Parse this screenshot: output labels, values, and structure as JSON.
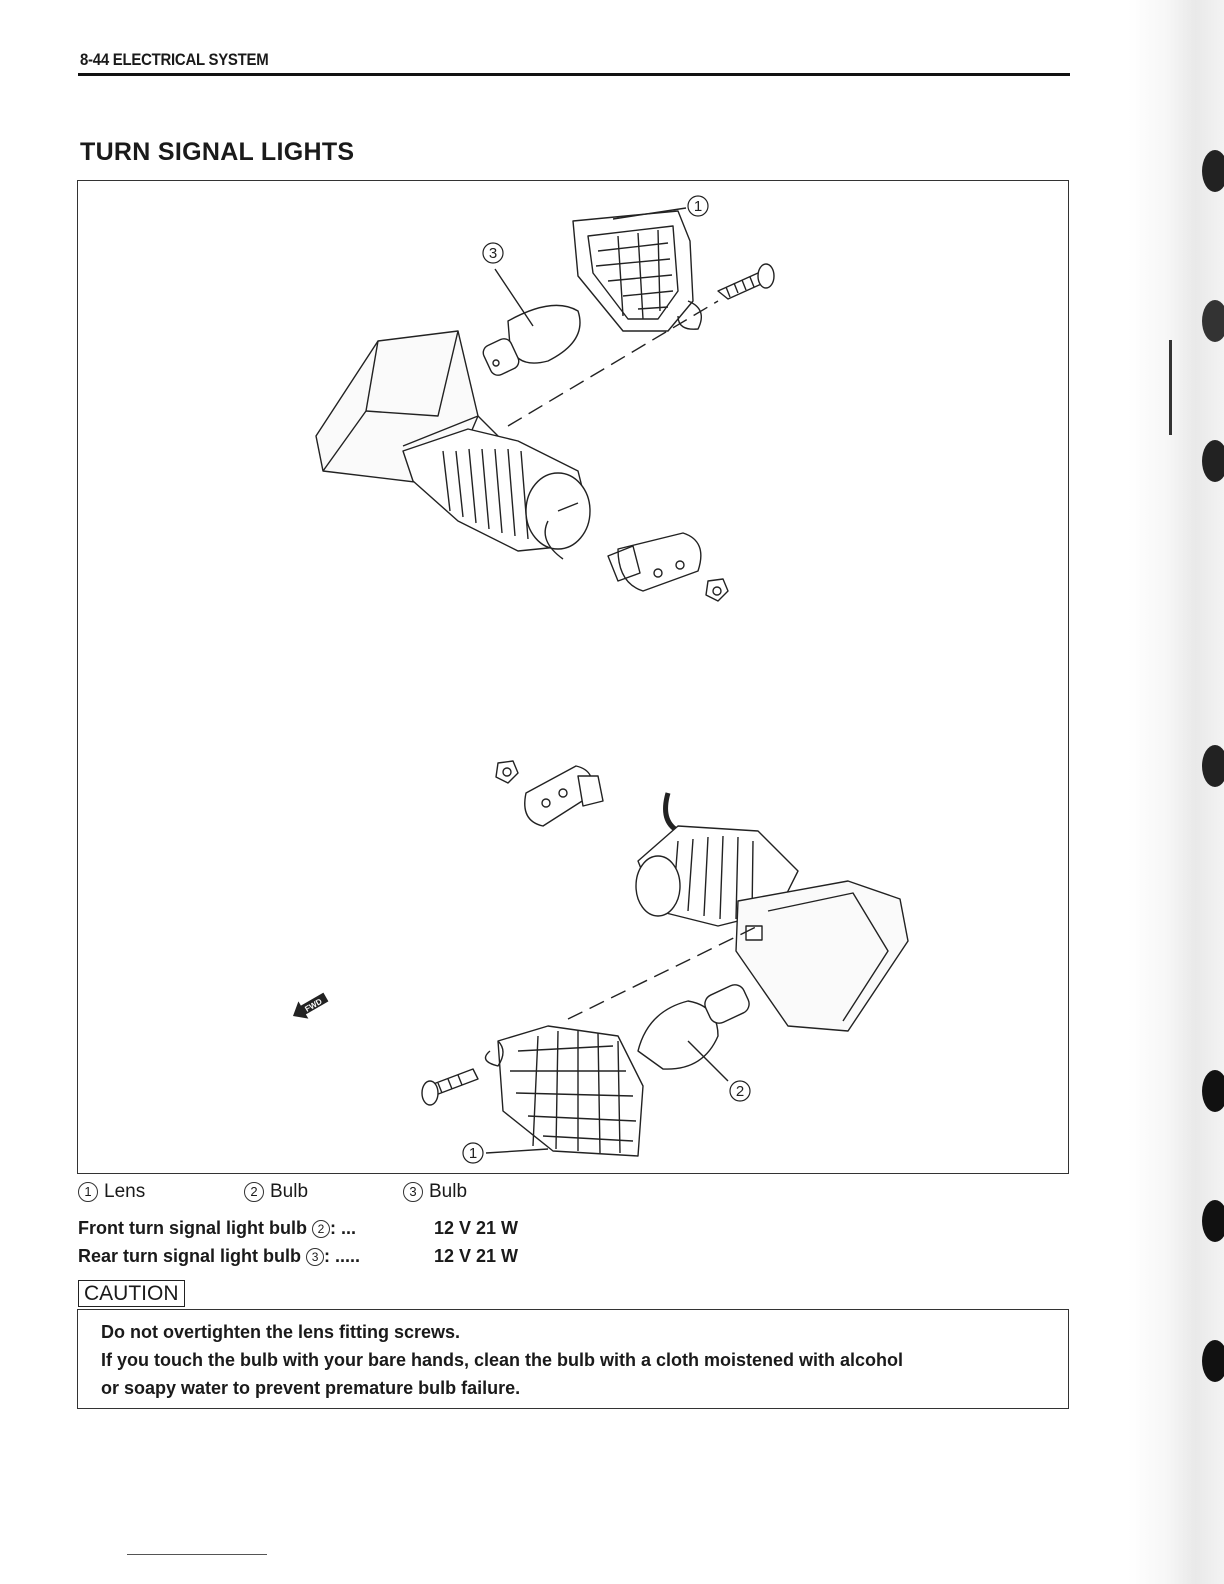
{
  "header": {
    "section": "8-44 ELECTRICAL SYSTEM"
  },
  "title": "TURN SIGNAL LIGHTS",
  "figure": {
    "callouts": {
      "lens": "1",
      "bulb_front": "2",
      "bulb_rear": "3"
    },
    "fwd_arrow_label": "FWD"
  },
  "legend": [
    {
      "num": "1",
      "label": "Lens"
    },
    {
      "num": "2",
      "label": "Bulb"
    },
    {
      "num": "3",
      "label": "Bulb"
    }
  ],
  "specs": [
    {
      "label": "Front turn signal light bulb",
      "num": "2",
      "dots": ": ...",
      "value": "12 V 21 W"
    },
    {
      "label": "Rear turn signal light bulb",
      "num": "3",
      "dots": ": .....",
      "value": "12 V 21 W"
    }
  ],
  "caution": {
    "label": "CAUTION",
    "lines": [
      "Do not overtighten the lens fitting screws.",
      "If you touch the bulb with your bare hands, clean the bulb with a cloth moistened with alcohol",
      "or soapy water to prevent premature bulb failure."
    ]
  }
}
